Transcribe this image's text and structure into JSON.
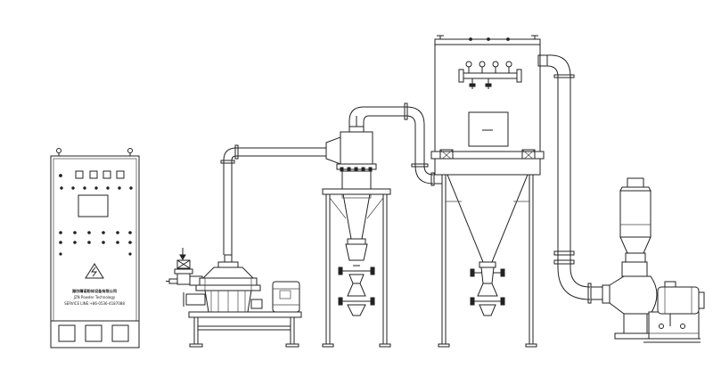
{
  "cabinet": {
    "company_line": "潍坊精诺粉体设备有限公司",
    "brand_line": "JZN Powder Technology",
    "service_line": "SERVICE LINE:+86-0536-4187088"
  },
  "icons": {
    "warning": "high-voltage-warning-icon"
  },
  "colors": {
    "line": "#222222",
    "background": "#ffffff"
  }
}
